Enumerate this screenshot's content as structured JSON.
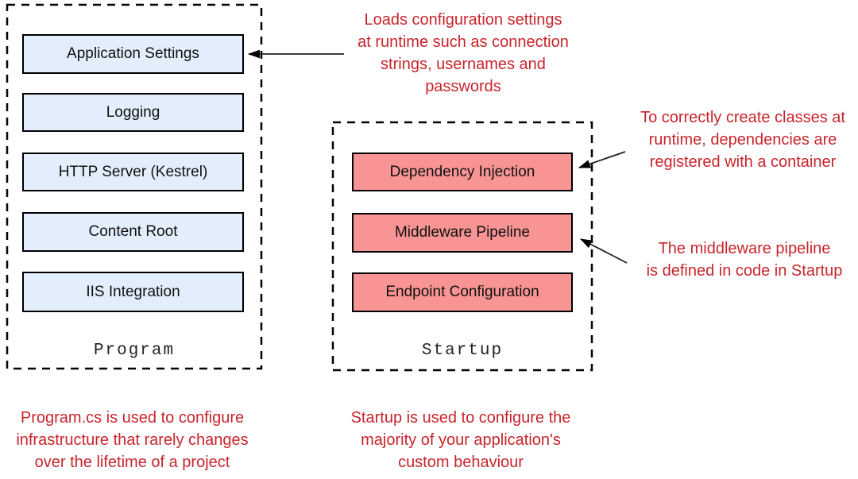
{
  "colors": {
    "annotation": "#c8252c",
    "blue_fill": "#e2eefb",
    "red_fill": "#f89494",
    "border": "#000000"
  },
  "program": {
    "label": "Program",
    "boxes": [
      "Application Settings",
      "Logging",
      "HTTP Server (Kestrel)",
      "Content Root",
      "IIS Integration"
    ],
    "note": "Program.cs is used to configure\ninfrastructure that rarely changes\nover the lifetime of a project"
  },
  "startup": {
    "label": "Startup",
    "boxes": [
      "Dependency Injection",
      "Middleware Pipeline",
      "Endpoint Configuration"
    ],
    "note": "Startup is used to configure the\nmajority of your application's\ncustom behaviour"
  },
  "annotations": {
    "app_settings": "Loads configuration settings\nat runtime such as connection\nstrings, usernames and\npasswords",
    "dependency_injection": "To correctly create classes at\nruntime, dependencies are\nregistered with a container",
    "middleware": "The middleware pipeline\nis defined in code in Startup"
  }
}
